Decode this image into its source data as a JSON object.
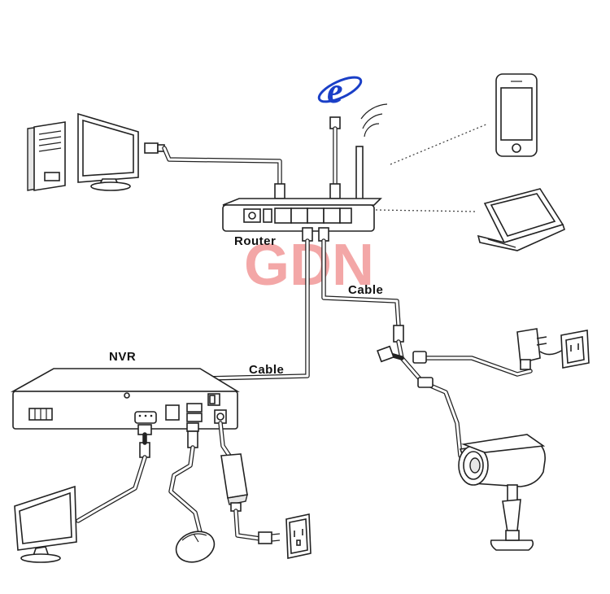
{
  "labels": {
    "router": "Router",
    "nvr": "NVR",
    "cable_router_camera": "Cable",
    "cable_router_nvr": "Cable"
  },
  "watermark": "GDN",
  "icons": {
    "ie_letter": "e"
  }
}
